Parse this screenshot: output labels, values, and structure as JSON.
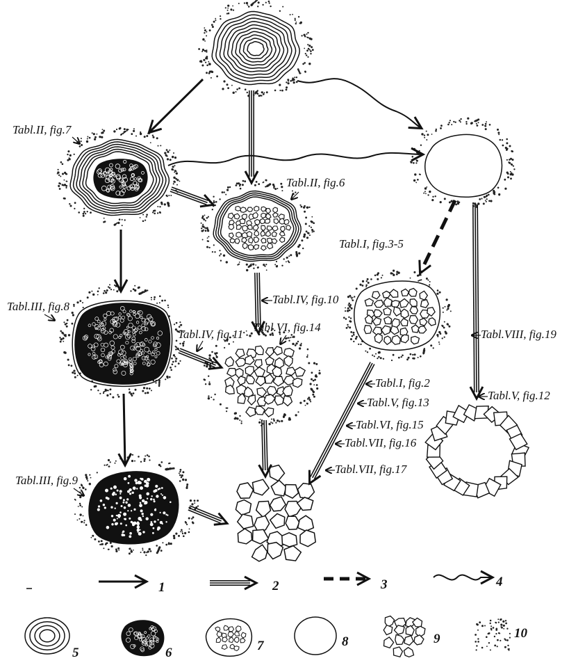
{
  "diagram": {
    "labels": {
      "t2f7": "Tabl.II, fig.7",
      "t2f6": "Tabl.II, fig.6",
      "t1f35": "Tabl.I, fig.3-5",
      "t3f8": "Tabl.III, fig.8",
      "t4f10": "Tabl.IV, fig.10",
      "t4f11": "Tabl.IV, fig.11",
      "t6f14": "Tabl.VI, fig.14",
      "t8f19": "Tabl.VIII, fig.19",
      "t1f2": "Tabl.I, fig.2",
      "t5f13": "Tabl.V, fig.13",
      "t5f12": "Tabl.V, fig.12",
      "t6f15": "Tabl.VI, fig.15",
      "t7f16": "Tabl.VII, fig.16",
      "t7f17": "Tabl.VII, fig.17",
      "t3f9": "Tabl.III, fig.9"
    },
    "legend": [
      "1",
      "2",
      "3",
      "4",
      "5",
      "6",
      "7",
      "8",
      "9",
      "10"
    ]
  }
}
